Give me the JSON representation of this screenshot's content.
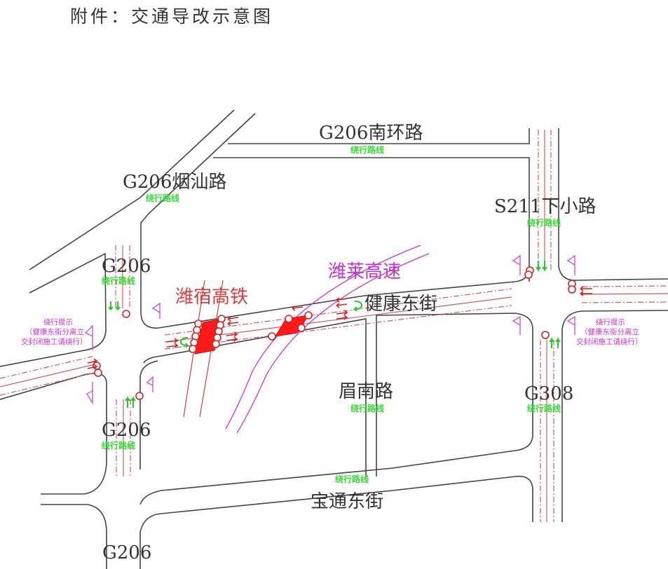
{
  "title": "附件：交通导改示意图",
  "roads": {
    "g206_nanhuan": "G206南环路",
    "g206_yanshan": "G206烟汕路",
    "s211_xiaxiao": "S211下小路",
    "g206_north": "G206",
    "g206_mid": "G206",
    "g206_south": "G206",
    "jiankang_dongjie": "健康东街",
    "meinan_lu": "眉南路",
    "g308": "G308",
    "baotong_dongjie": "宝通东街"
  },
  "detour_label": "绕行路线",
  "railway": "潍宿高铁",
  "expressway": "潍莱高速",
  "notice": {
    "line1": "绕行提示",
    "line2": "（健康东街分离立",
    "line3": "交封闭施工请绕行）"
  },
  "colors": {
    "road": "#444444",
    "lane": "#d45a5a",
    "detour": "#33dd33",
    "railway": "#dd3a3a",
    "expressway": "#bb33cc",
    "work_zone": "#ff1a1a"
  }
}
